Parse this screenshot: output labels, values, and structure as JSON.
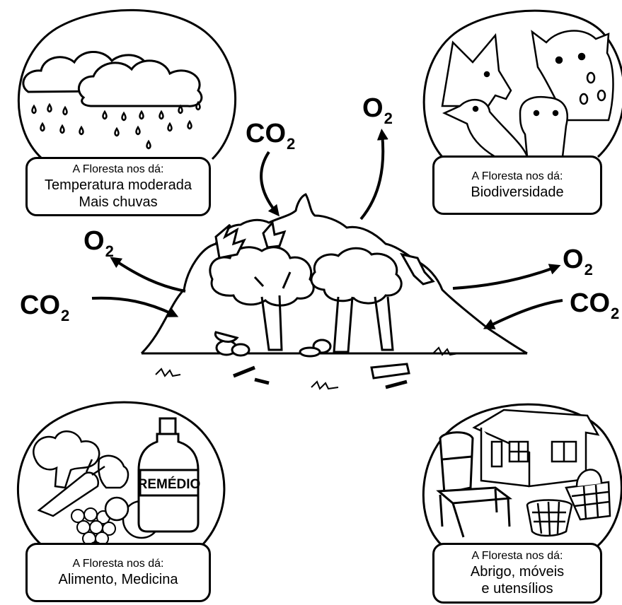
{
  "panels": {
    "climate": {
      "heading": "A Floresta nos dá:",
      "lines": [
        "Temperatura moderada",
        "Mais chuvas"
      ]
    },
    "biodiversity": {
      "heading": "A Floresta nos dá:",
      "lines": [
        "Biodiversidade"
      ]
    },
    "food": {
      "heading": "A Floresta nos dá:",
      "lines": [
        "Alimento, Medicina"
      ],
      "bottle_label": "REMÉDIO"
    },
    "shelter": {
      "heading": "A Floresta nos dá:",
      "lines": [
        "Abrigo, móveis",
        "e utensílios"
      ]
    }
  },
  "gases": {
    "top_co2": {
      "base": "CO",
      "sub": "2"
    },
    "top_o2": {
      "base": "O",
      "sub": "2"
    },
    "left_o2": {
      "base": "O",
      "sub": "2"
    },
    "left_co2": {
      "base": "CO",
      "sub": "2"
    },
    "right_o2": {
      "base": "O",
      "sub": "2"
    },
    "right_co2": {
      "base": "CO",
      "sub": "2"
    }
  },
  "icons": {
    "climate": [
      "cloud-icon",
      "rain-drops-icon"
    ],
    "biodiversity": [
      "fox-icon",
      "jaguar-icon",
      "bird-icon",
      "otter-icon"
    ],
    "food": [
      "broccoli-icon",
      "carrot-icon",
      "grapes-icon",
      "orange-icon",
      "medicine-bottle-icon"
    ],
    "shelter": [
      "house-icon",
      "chair-icon",
      "basket-icon",
      "handbag-icon"
    ],
    "center": [
      "forest-icon"
    ]
  }
}
